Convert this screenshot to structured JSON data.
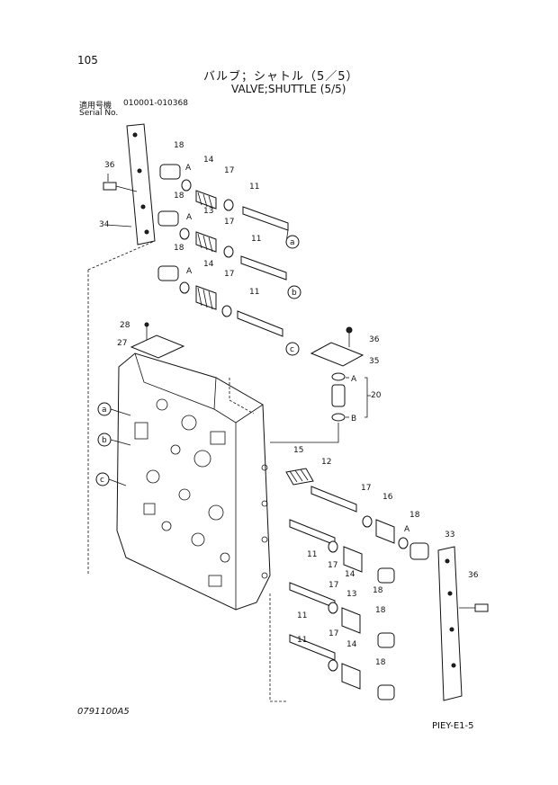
{
  "page_number": "105",
  "title_jp": "バルブ；シャトル（5／5）",
  "title_en": "VALVE;SHUTTLE (5/5)",
  "serial": {
    "label_jp": "適用号機",
    "label_en": "Serial No.",
    "range": "010001-010368"
  },
  "footer": {
    "drawing_code": "0791100A5",
    "sheet_code": "PIEY-E1-5"
  },
  "reference_marks": [
    "a",
    "b",
    "c",
    "A",
    "B"
  ],
  "callouts": [
    {
      "id": "c36a",
      "text": "36"
    },
    {
      "id": "c34",
      "text": "34"
    },
    {
      "id": "c18a",
      "text": "18"
    },
    {
      "id": "c14a",
      "text": "14"
    },
    {
      "id": "c17a",
      "text": "17"
    },
    {
      "id": "c11a",
      "text": "11"
    },
    {
      "id": "c18b",
      "text": "18"
    },
    {
      "id": "c13a",
      "text": "13"
    },
    {
      "id": "c17b",
      "text": "17"
    },
    {
      "id": "c11b",
      "text": "11"
    },
    {
      "id": "c18c",
      "text": "18"
    },
    {
      "id": "c14b",
      "text": "14"
    },
    {
      "id": "c17c",
      "text": "17"
    },
    {
      "id": "c11c",
      "text": "11"
    },
    {
      "id": "c28",
      "text": "28"
    },
    {
      "id": "c27",
      "text": "27"
    },
    {
      "id": "c36b",
      "text": "36"
    },
    {
      "id": "c35",
      "text": "35"
    },
    {
      "id": "c20",
      "text": "20"
    },
    {
      "id": "c15",
      "text": "15"
    },
    {
      "id": "c12",
      "text": "12"
    },
    {
      "id": "c17d",
      "text": "17"
    },
    {
      "id": "c16",
      "text": "16"
    },
    {
      "id": "c18d",
      "text": "18"
    },
    {
      "id": "c33",
      "text": "33"
    },
    {
      "id": "c36c",
      "text": "36"
    },
    {
      "id": "c11d",
      "text": "11"
    },
    {
      "id": "c17e",
      "text": "17"
    },
    {
      "id": "c14c",
      "text": "14"
    },
    {
      "id": "c18e",
      "text": "18"
    },
    {
      "id": "c11e",
      "text": "11"
    },
    {
      "id": "c17f",
      "text": "17"
    },
    {
      "id": "c13b",
      "text": "13"
    },
    {
      "id": "c18f",
      "text": "18"
    },
    {
      "id": "c11f",
      "text": "11"
    },
    {
      "id": "c17g",
      "text": "17"
    },
    {
      "id": "c14d",
      "text": "14"
    },
    {
      "id": "c18g",
      "text": "18"
    }
  ]
}
